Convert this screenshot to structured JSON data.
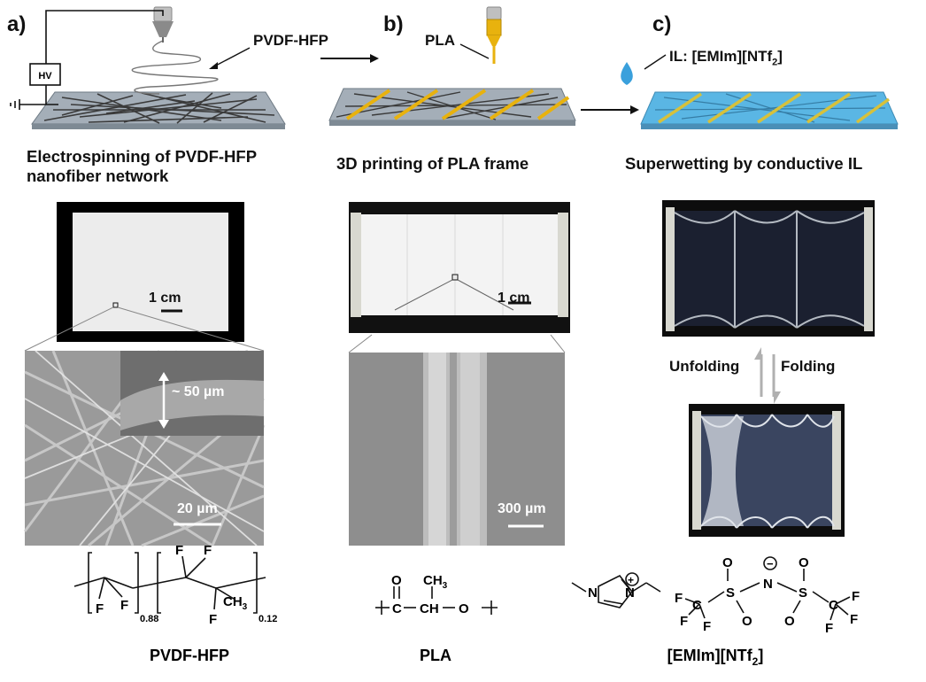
{
  "panels": {
    "a": {
      "label": "a)",
      "material_label": "PVDF-HFP",
      "hv_label": "HV",
      "caption_line1": "Electrospinning of PVDF-HFP",
      "caption_line2": "nanofiber network",
      "photo_scale": "1 cm",
      "sem_thickness": "~ 50 µm",
      "sem_scale": "20 µm"
    },
    "b": {
      "label": "b)",
      "material_label": "PLA",
      "caption": "3D printing of PLA frame",
      "photo_scale": "1 cm",
      "sem_scale": "300 µm"
    },
    "c": {
      "label": "c)",
      "ionic_liquid_label": "IL: [EMIm][NTf",
      "ionic_liquid_sub": "2",
      "ionic_liquid_close": "]",
      "caption": "Superwetting by conductive IL",
      "unfolding": "Unfolding",
      "folding": "Folding"
    }
  },
  "chemistry": {
    "pvdf": {
      "name": "PVDF-HFP",
      "sub1": "0.88",
      "sub2": "0.12",
      "F": "F",
      "CH3": "CH",
      "three": "3"
    },
    "pla": {
      "name": "PLA",
      "O": "O",
      "C": "C",
      "CH": "CH",
      "CH3": "CH",
      "three": "3"
    },
    "il": {
      "name": "[EMIm][NTf",
      "name_sub": "2",
      "name_close": "]",
      "N": "N",
      "S": "S",
      "O": "O",
      "C": "C",
      "F": "F",
      "plus": "+",
      "minus": "−"
    }
  },
  "colors": {
    "substrate": "#8c98a3",
    "substrate_top": "#a4aeb8",
    "fiber": "#3a3a3a",
    "pla_frame": "#e8b20e",
    "il_blue": "#5ab6e4",
    "nozzle": "#888888",
    "droplet": "#3aa0dc"
  }
}
